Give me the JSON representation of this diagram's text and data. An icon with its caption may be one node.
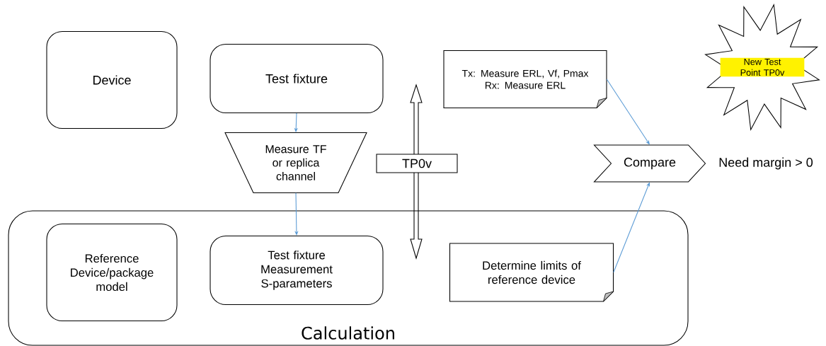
{
  "diagram": {
    "nodes": [
      {
        "text": [
          "Device"
        ]
      },
      {
        "text": [
          "Test fixture"
        ]
      },
      {
        "text": [
          "Measure TF or replica channel"
        ]
      },
      {
        "text": [
          "TP0v"
        ]
      },
      {
        "text": [
          "Tx: Measure ERL, Vf, Pmax",
          "Rx: Measure ERL"
        ]
      },
      {
        "text": [
          "New Test Point TP0v"
        ]
      },
      {
        "text": [
          "Compare"
        ],
        "beside": [
          "Need margin > 0"
        ]
      },
      {
        "text": [
          "Calculation"
        ]
      },
      {
        "text": [
          "Reference Device/package model"
        ],
        "in": 7
      },
      {
        "text": [
          "Test fixture Measurement S-parameters"
        ],
        "in": 7
      },
      {
        "text": [
          "Determine limits of reference device"
        ],
        "in": 7
      }
    ],
    "edges": [
      {
        "from": 1,
        "to": 2,
        "arrow": "to"
      },
      {
        "from": 2,
        "to": 9,
        "arrow": "to"
      },
      {
        "from": 4,
        "to": 6,
        "arrow": "to"
      },
      {
        "from": 10,
        "to": 6,
        "arrow": "to"
      }
    ]
  }
}
